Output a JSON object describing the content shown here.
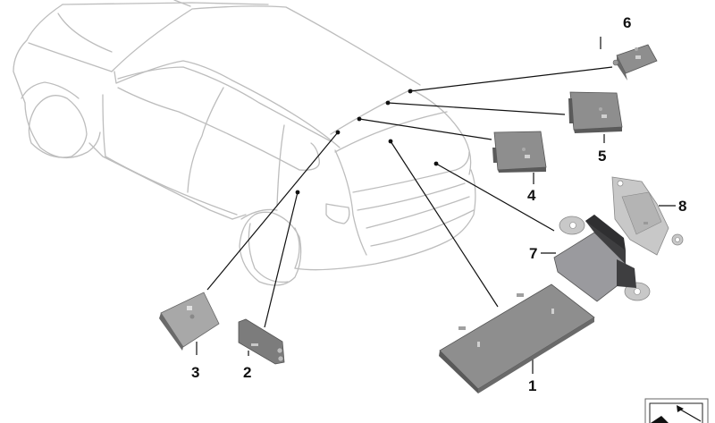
{
  "diagram": {
    "type": "exploded parts diagram",
    "subject": "vehicle (SUV) outline with control modules / antenna amplifiers",
    "colors": {
      "car_outline": "#bdbdbd",
      "leader_line": "#111111",
      "part_body": "#8e8e8e",
      "part_dark": "#4a4a4a",
      "bracket": "#c8c8c8",
      "label": "#111111"
    },
    "callouts": [
      {
        "id": "1",
        "label": "1"
      },
      {
        "id": "2",
        "label": "2"
      },
      {
        "id": "3",
        "label": "3"
      },
      {
        "id": "4",
        "label": "4"
      },
      {
        "id": "5",
        "label": "5"
      },
      {
        "id": "6",
        "label": "6"
      },
      {
        "id": "7",
        "label": "7"
      },
      {
        "id": "8",
        "label": "8"
      }
    ]
  },
  "navigation": {
    "icon": "arrow-up-left-icon"
  }
}
